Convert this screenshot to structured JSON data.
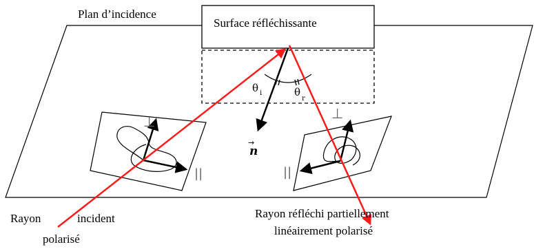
{
  "labels": {
    "plane": "Plan d’incidence",
    "surface": "Surface réfléchissante",
    "incident_line1": "Rayon",
    "incident_line2": "incident",
    "incident_line3": "polarisé",
    "reflected_line1": "Rayon réfléchi partiellement",
    "reflected_line2": "linéairement polarisé",
    "theta_i": "θ",
    "theta_i_sub": "i",
    "theta_r": "θ",
    "theta_r_sub": "r",
    "normal": "n",
    "normal_arrow": "→",
    "perp_left": "⊥",
    "para_left": "||",
    "perp_right": "⊥",
    "para_right": "||"
  },
  "colors": {
    "ray": "#ff1a1a",
    "line": "#000000",
    "symbol_gray": "#666666"
  }
}
